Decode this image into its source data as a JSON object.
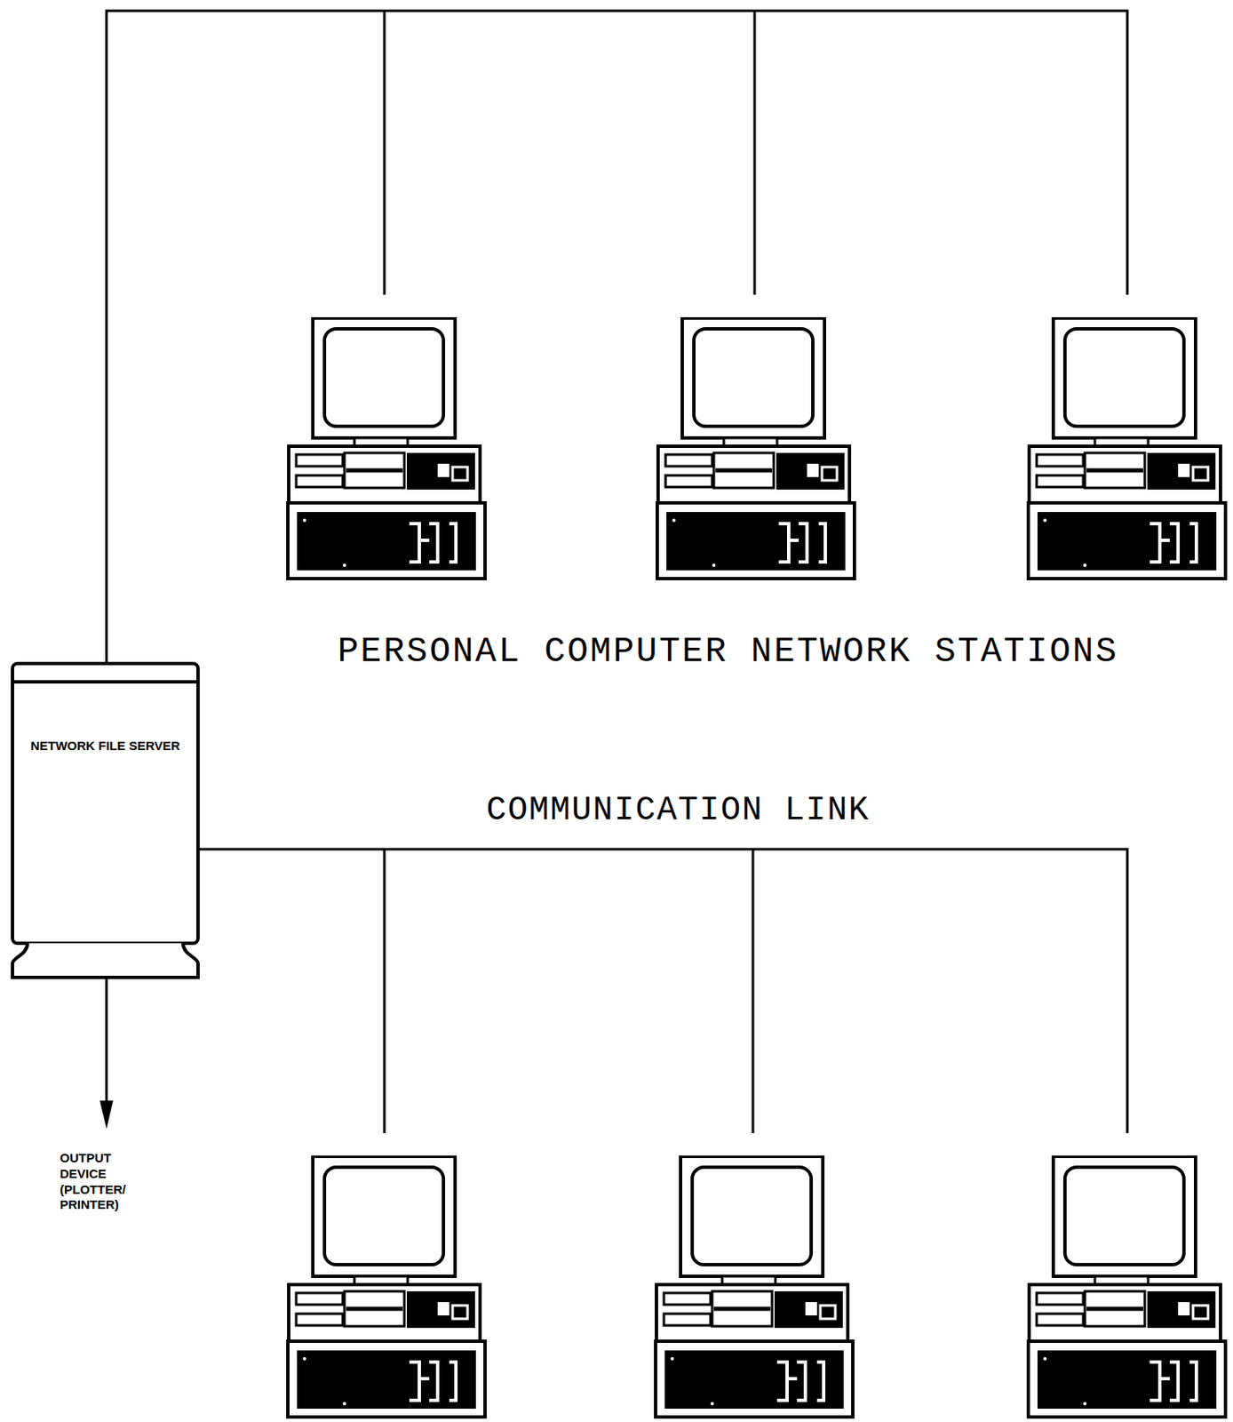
{
  "diagram": {
    "nodes": [
      {
        "text": [
          "NETWORK FILE SERVER"
        ]
      }
    ],
    "labels": [
      "PERSONAL COMPUTER NETWORK STATIONS",
      "COMMUNICATION LINK",
      "OUTPUT DEVICE (PLOTTER/ PRINTER)"
    ]
  }
}
